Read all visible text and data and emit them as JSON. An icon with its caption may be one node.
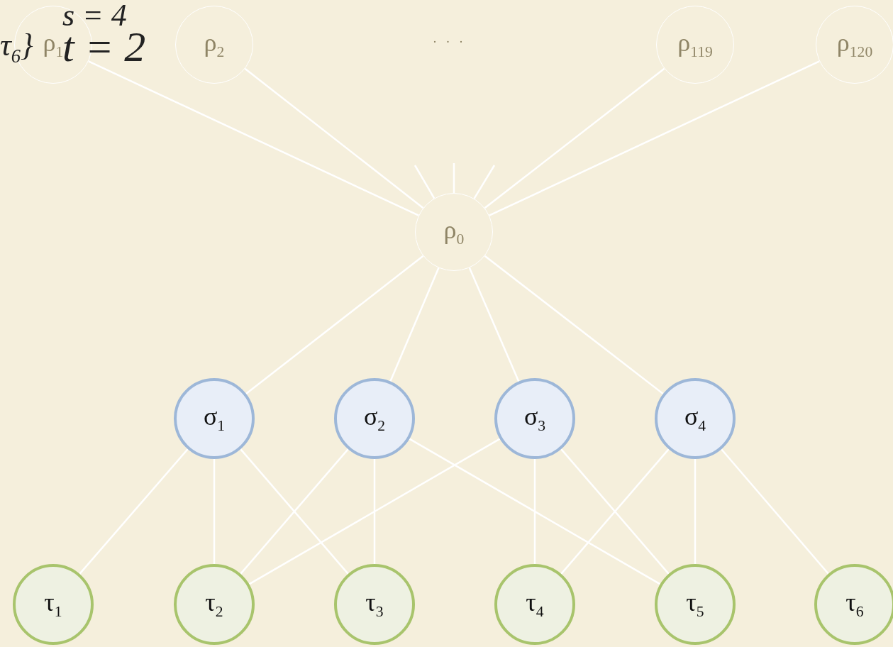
{
  "diagram": {
    "nodes": [
      {
        "text": [
          "ρ$_{1}$"
        ]
      },
      {
        "text": [
          "ρ$_{2}$"
        ]
      },
      {
        "text": [
          "ρ$_{119}$"
        ]
      },
      {
        "text": [
          "ρ$_{120}$"
        ]
      },
      {
        "text": [
          "ρ$_{0}$"
        ]
      },
      {
        "text": [
          "σ$_{1}$"
        ]
      },
      {
        "text": [
          "σ$_{2}$"
        ]
      },
      {
        "text": [
          "σ$_{3}$"
        ]
      },
      {
        "text": [
          "σ$_{4}$"
        ]
      },
      {
        "text": [
          "τ$_{1}$"
        ]
      },
      {
        "text": [
          "τ$_{2}$"
        ]
      },
      {
        "text": [
          "τ$_{3}$"
        ]
      },
      {
        "text": [
          "τ$_{4}$"
        ]
      },
      {
        "text": [
          "τ$_{5}$"
        ]
      },
      {
        "text": [
          "τ$_{6}$"
        ]
      }
    ],
    "edges": [
      {
        "from": 4,
        "to": 0,
        "arrow": "none"
      },
      {
        "from": 4,
        "to": 1,
        "arrow": "none"
      },
      {
        "from": 4,
        "to": 2,
        "arrow": "none"
      },
      {
        "from": 4,
        "to": 3,
        "arrow": "none"
      },
      {
        "from": 4,
        "to": null,
        "arrow": "none"
      },
      {
        "from": 4,
        "to": null,
        "arrow": "none"
      },
      {
        "from": 4,
        "to": null,
        "arrow": "none"
      },
      {
        "from": 4,
        "to": 5,
        "arrow": "none"
      },
      {
        "from": 4,
        "to": 6,
        "arrow": "none"
      },
      {
        "from": 4,
        "to": 7,
        "arrow": "none"
      },
      {
        "from": 4,
        "to": 8,
        "arrow": "none"
      },
      {
        "from": 5,
        "to": 9,
        "arrow": "none"
      },
      {
        "from": 5,
        "to": 10,
        "arrow": "none"
      },
      {
        "from": 5,
        "to": 11,
        "arrow": "none"
      },
      {
        "from": 6,
        "to": 10,
        "arrow": "none"
      },
      {
        "from": 6,
        "to": 11,
        "arrow": "none"
      },
      {
        "from": 6,
        "to": 13,
        "arrow": "none"
      },
      {
        "from": 7,
        "to": 10,
        "arrow": "none"
      },
      {
        "from": 7,
        "to": 12,
        "arrow": "none"
      },
      {
        "from": 7,
        "to": 13,
        "arrow": "none"
      },
      {
        "from": 8,
        "to": 12,
        "arrow": "none"
      },
      {
        "from": 8,
        "to": 13,
        "arrow": "none"
      },
      {
        "from": 8,
        "to": 14,
        "arrow": "none"
      }
    ],
    "labels": [
      "s = 4",
      "τ$_{6}$}",
      "t = 2",
      "· · ·"
    ]
  }
}
